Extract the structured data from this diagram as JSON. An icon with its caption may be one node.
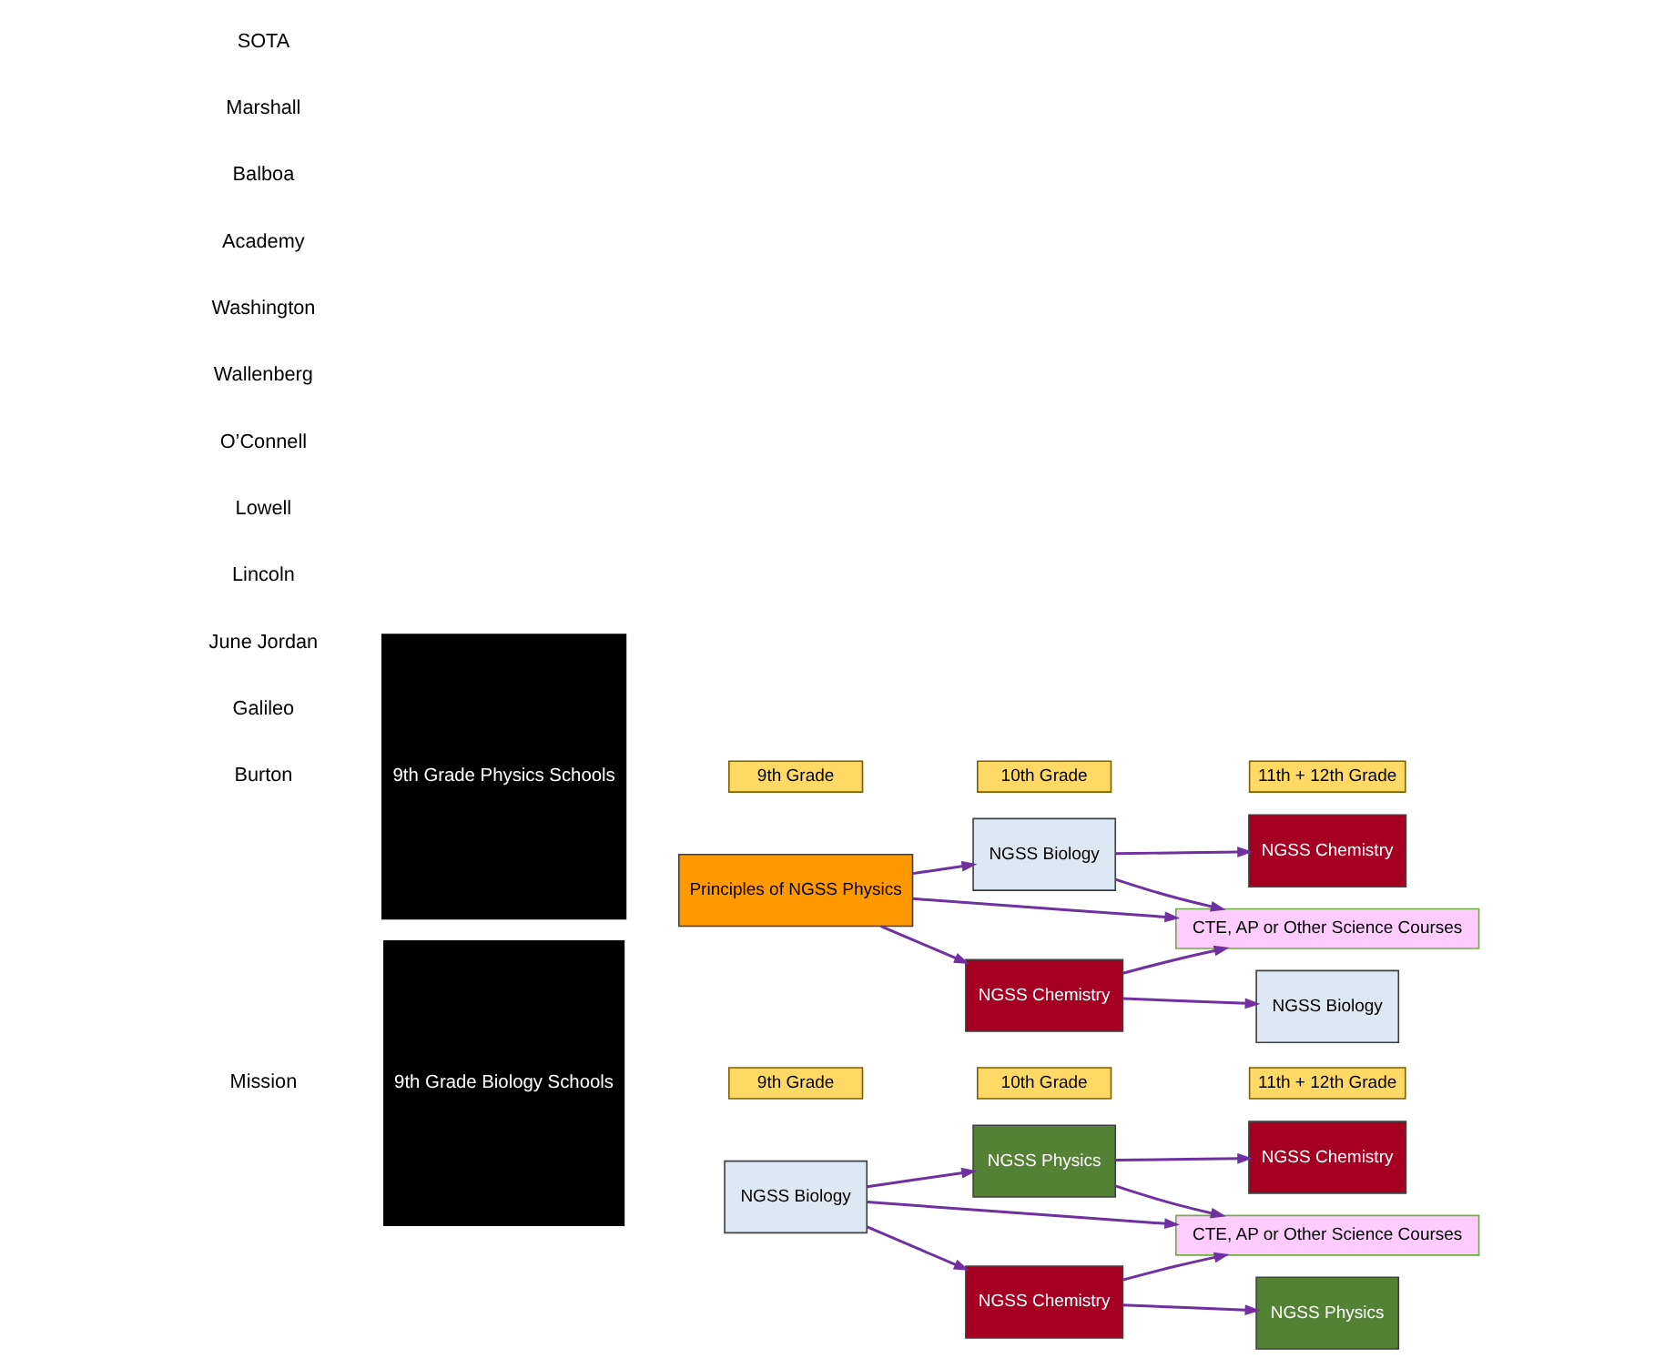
{
  "diagram": {
    "nodes": [
      {
        "text": [
          "9th Grade Biology Schools"
        ]
      },
      {
        "text": [
          "9th Grade"
        ]
      },
      {
        "text": [
          "10th Grade"
        ]
      },
      {
        "text": [
          "11th + 12th Grade"
        ]
      },
      {
        "text": [
          "NGSS Biology"
        ]
      },
      {
        "text": [
          "NGSS Physics"
        ]
      },
      {
        "text": [
          "NGSS Chemistry"
        ]
      },
      {
        "text": [
          "CTE, AP or Other Science Courses"
        ]
      },
      {
        "text": [
          "NGSS Chemistry"
        ]
      },
      {
        "text": [
          "NGSS Physics"
        ]
      },
      {
        "text": [
          "9th Grade Physics Schools"
        ]
      },
      {
        "text": [
          "9th Grade"
        ]
      },
      {
        "text": [
          "10th Grade"
        ]
      },
      {
        "text": [
          "11th + 12th Grade"
        ]
      },
      {
        "text": [
          "Principles of NGSS Physics"
        ]
      },
      {
        "text": [
          "NGSS Biology"
        ]
      },
      {
        "text": [
          "NGSS Chemistry"
        ]
      },
      {
        "text": [
          "CTE, AP or Other Science Courses"
        ]
      },
      {
        "text": [
          "NGSS Chemistry"
        ]
      },
      {
        "text": [
          "NGSS Biology"
        ]
      }
    ],
    "edges": [
      {
        "from": 4,
        "to": 5,
        "arrow": "to"
      },
      {
        "from": 4,
        "to": 6,
        "arrow": "to"
      },
      {
        "from": 4,
        "to": 7,
        "arrow": "to"
      },
      {
        "from": 5,
        "to": 8,
        "arrow": "to"
      },
      {
        "from": 5,
        "to": 7,
        "arrow": "to"
      },
      {
        "from": 6,
        "to": 9,
        "arrow": "to"
      },
      {
        "from": 6,
        "to": 7,
        "arrow": "to"
      },
      {
        "from": 14,
        "to": 15,
        "arrow": "to"
      },
      {
        "from": 14,
        "to": 16,
        "arrow": "to"
      },
      {
        "from": 14,
        "to": 17,
        "arrow": "to"
      },
      {
        "from": 15,
        "to": 18,
        "arrow": "to"
      },
      {
        "from": 15,
        "to": 17,
        "arrow": "to"
      },
      {
        "from": 16,
        "to": 19,
        "arrow": "to"
      },
      {
        "from": 16,
        "to": 17,
        "arrow": "to"
      }
    ],
    "labels": [
      "Galileo",
      "June Jordan",
      "Lincoln",
      "Lowell",
      "Mission",
      "O’Connell",
      "Wallenberg",
      "Washington",
      "Academy",
      "Balboa",
      "Burton",
      "Marshall",
      "SOTA"
    ]
  }
}
